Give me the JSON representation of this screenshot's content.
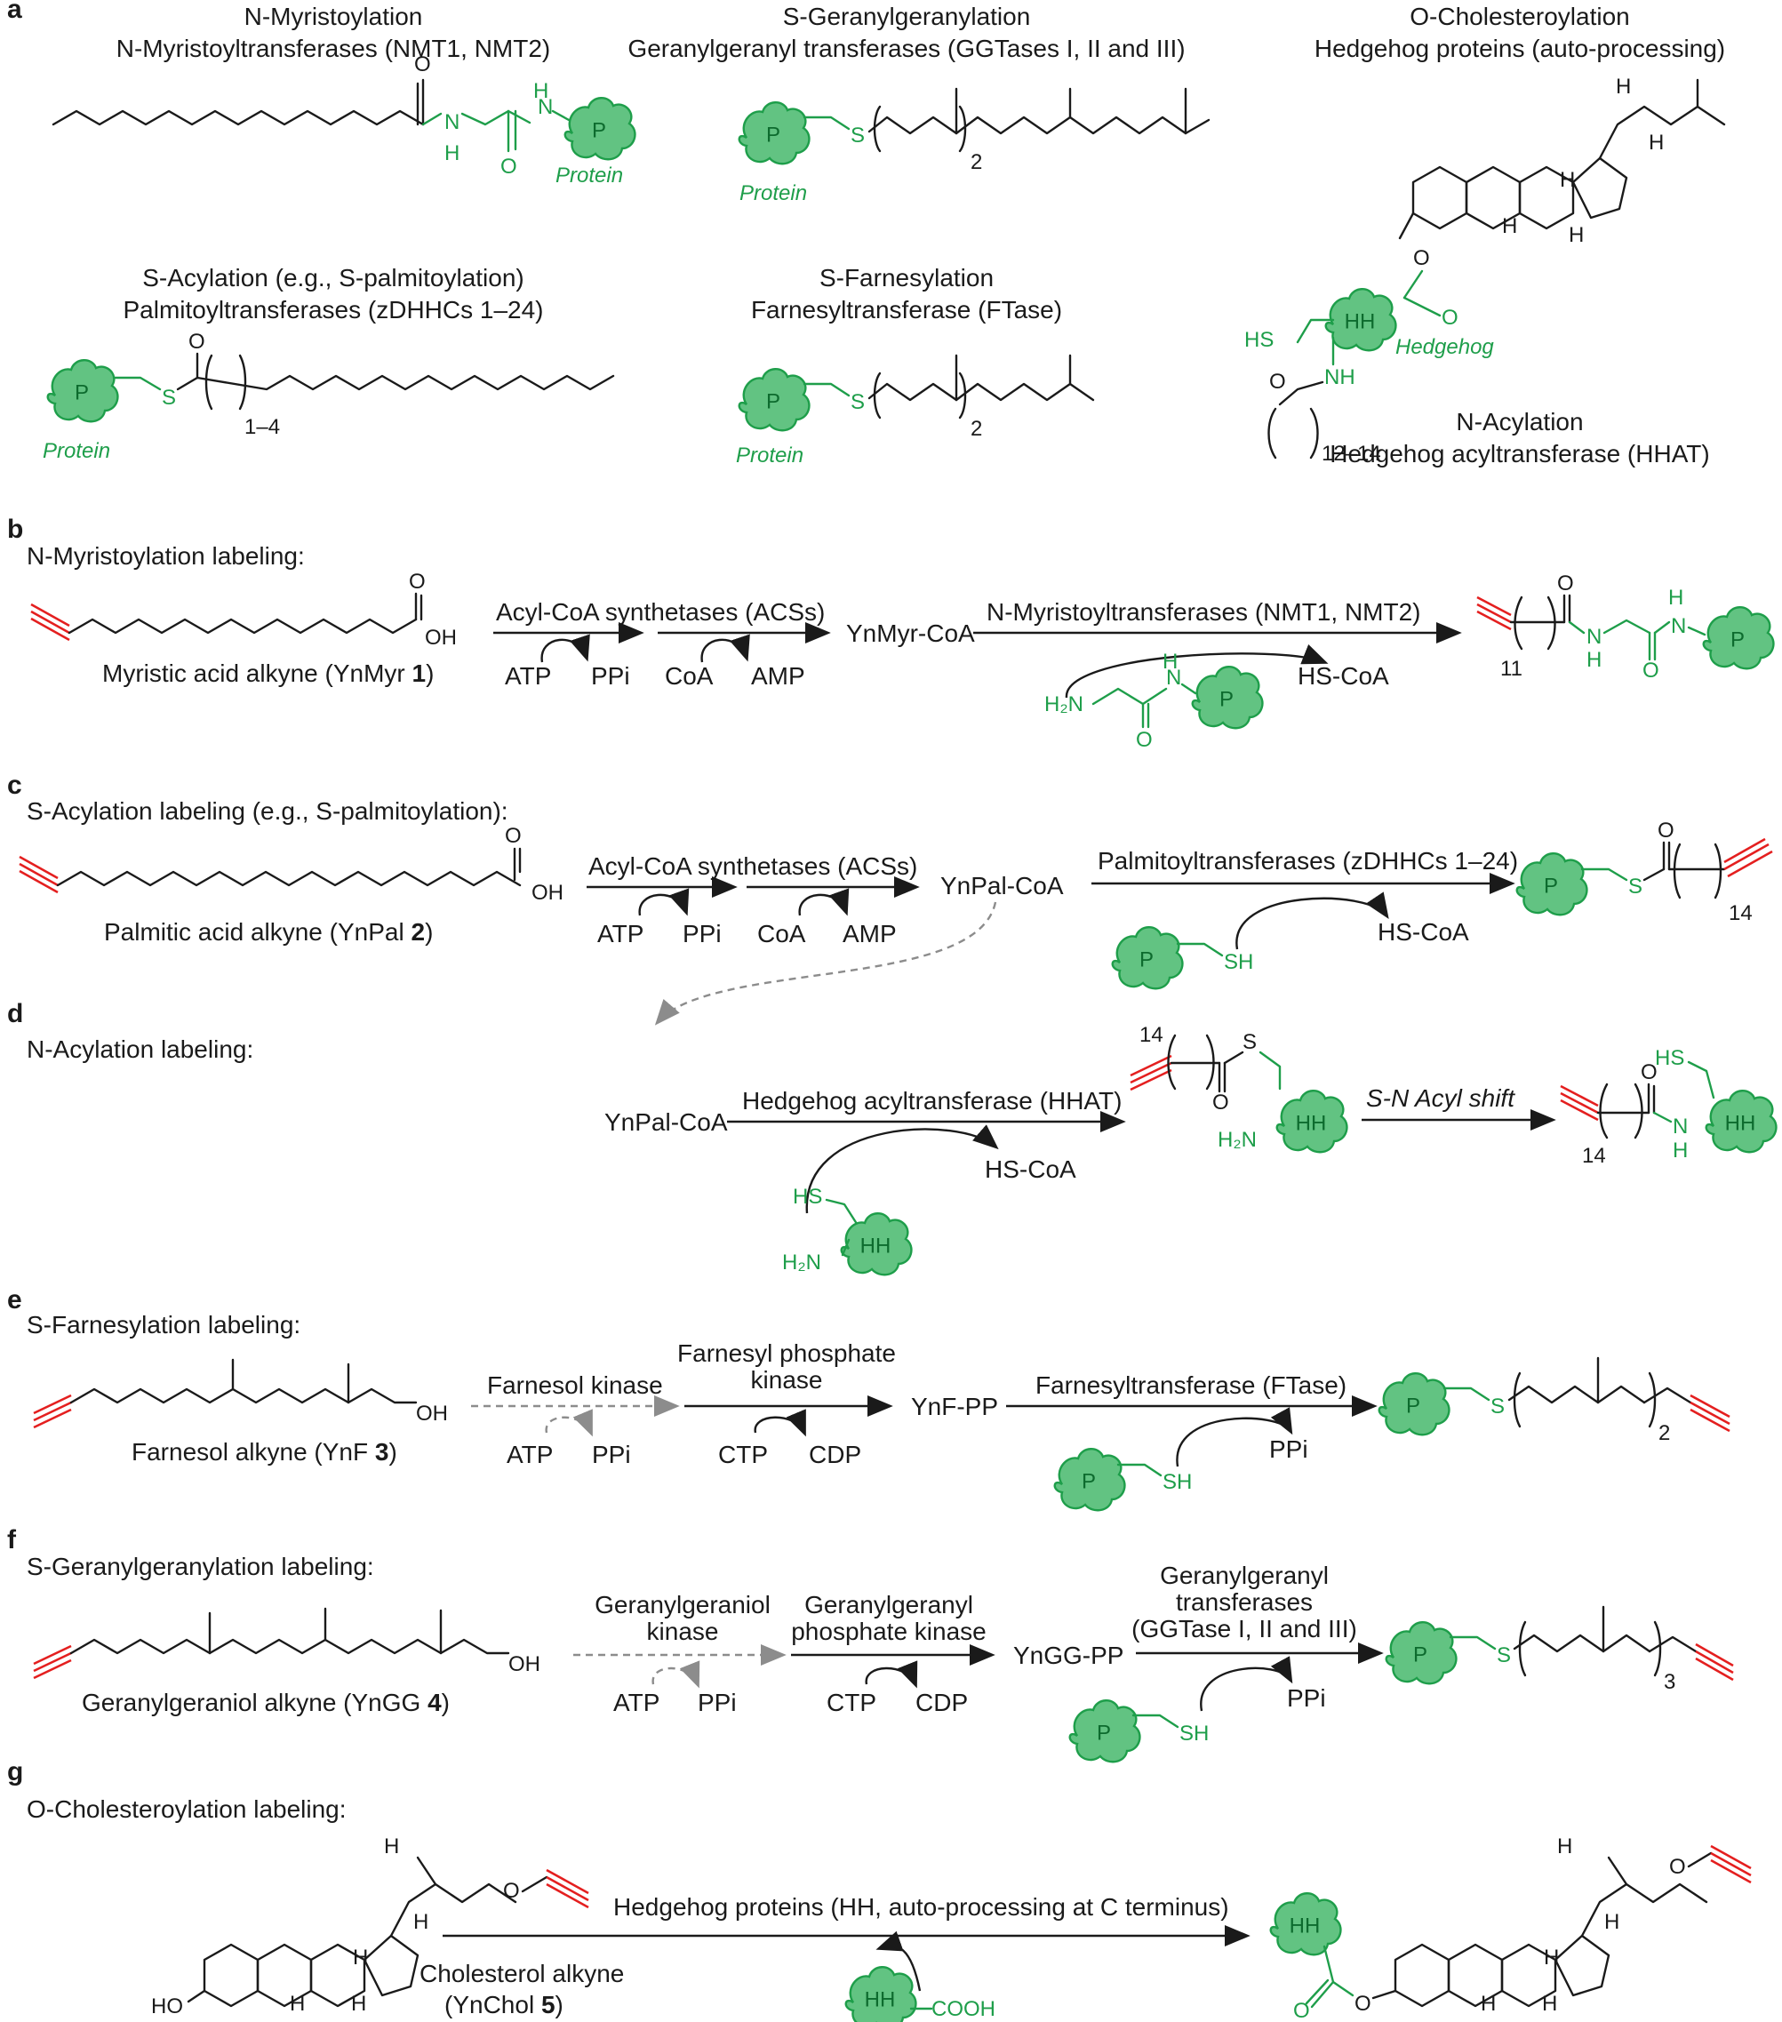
{
  "panels": {
    "a": {
      "letter": "a",
      "myr_title": "N-Myristoylation",
      "myr_enzyme": "N-Myristoyltransferases (NMT1, NMT2)",
      "gg_title": "S-Geranylgeranylation",
      "gg_enzyme": "Geranylgeranyl transferases (GGTases I, II and III)",
      "chol_title": "O-Cholesteroylation",
      "chol_enzyme": "Hedgehog proteins (auto-processing)",
      "acyl_title": "S-Acylation (e.g., S-palmitoylation)",
      "acyl_enzyme": "Palmitoyltransferases (zDHHCs 1–24)",
      "far_title": "S-Farnesylation",
      "far_enzyme": "Farnesyltransferase (FTase)",
      "nacyl_title": "N-Acylation",
      "nacyl_enzyme": "Hedgehog acyltransferase (HHAT)",
      "protein_label": "Protein",
      "hedgehog_label": "Hedgehog",
      "sub_gg": "2",
      "sub_far": "2",
      "sub_acyl": "1–4",
      "sub_nacyl": "12–14"
    },
    "b": {
      "letter": "b",
      "title": "N-Myristoylation labeling:",
      "probe_name": "Myristic acid alkyne (YnMyr ",
      "probe_num": "1",
      "probe_close": ")",
      "step1_enzyme": "Acyl-CoA synthetases (ACSs)",
      "atp": "ATP",
      "ppi": "PPi",
      "coa": "CoA",
      "amp": "AMP",
      "intermediate": "YnMyr-CoA",
      "step2_enzyme": "N-Myristoyltransferases (NMT1, NMT2)",
      "hscoa": "HS-CoA",
      "sub": "11"
    },
    "c": {
      "letter": "c",
      "title": "S-Acylation labeling (e.g., S-palmitoylation):",
      "probe_name": "Palmitic acid alkyne (YnPal ",
      "probe_num": "2",
      "probe_close": ")",
      "step1_enzyme": "Acyl-CoA synthetases (ACSs)",
      "atp": "ATP",
      "ppi": "PPi",
      "coa": "CoA",
      "amp": "AMP",
      "intermediate": "YnPal-CoA",
      "step2_enzyme": "Palmitoyltransferases (zDHHCs 1–24)",
      "hscoa": "HS-CoA",
      "sh": "SH",
      "sub": "14"
    },
    "d": {
      "letter": "d",
      "title": "N-Acylation labeling:",
      "intermediate": "YnPal-CoA",
      "enzyme": "Hedgehog acyltransferase (HHAT)",
      "hscoa": "HS-CoA",
      "shift": "S-N Acyl shift",
      "sub1": "14",
      "sub2": "14"
    },
    "e": {
      "letter": "e",
      "title": "S-Farnesylation labeling:",
      "probe_name": "Farnesol alkyne (YnF ",
      "probe_num": "3",
      "probe_close": ")",
      "kinase1": "Farnesol kinase",
      "kinase2_l1": "Farnesyl phosphate",
      "kinase2_l2": "kinase",
      "atp": "ATP",
      "ppi": "PPi",
      "ctp": "CTP",
      "cdp": "CDP",
      "intermediate": "YnF-PP",
      "enzyme": "Farnesyltransferase (FTase)",
      "ppi2": "PPi",
      "sh": "SH",
      "sub": "2"
    },
    "f": {
      "letter": "f",
      "title": "S-Geranylgeranylation labeling:",
      "probe_name": "Geranylgeraniol alkyne (YnGG ",
      "probe_num": "4",
      "probe_close": ")",
      "kinase1_l1": "Geranylgeraniol",
      "kinase1_l2": "kinase",
      "kinase2_l1": "Geranylgeranyl",
      "kinase2_l2": "phosphate kinase",
      "atp": "ATP",
      "ppi": "PPi",
      "ctp": "CTP",
      "cdp": "CDP",
      "intermediate": "YnGG-PP",
      "enzyme_l1": "Geranylgeranyl",
      "enzyme_l2": "transferases",
      "enzyme_l3": "(GGTase I, II and III)",
      "ppi2": "PPi",
      "sh": "SH",
      "sub": "3"
    },
    "g": {
      "letter": "g",
      "title": "O-Cholesteroylation labeling:",
      "enzyme": "Hedgehog proteins (HH, auto-processing at C terminus)",
      "probe_l1": "Cholesterol alkyne",
      "probe_l2": "(YnChol ",
      "probe_num": "5",
      "probe_close": ")",
      "cooh": "COOH"
    }
  },
  "chem": {
    "O": "O",
    "N": "N",
    "S": "S",
    "H": "H",
    "OH": "OH",
    "HO": "HO",
    "HS": "HS",
    "SH": "SH",
    "NH": "NH",
    "H2N": "H₂N",
    "P": "P",
    "HH": "HH"
  },
  "colors": {
    "protein_green": "#62c382",
    "protein_outline": "#1e9e4a",
    "alkyne_red": "#e41f1f",
    "enzyme_gray": "#8c8c8c"
  }
}
